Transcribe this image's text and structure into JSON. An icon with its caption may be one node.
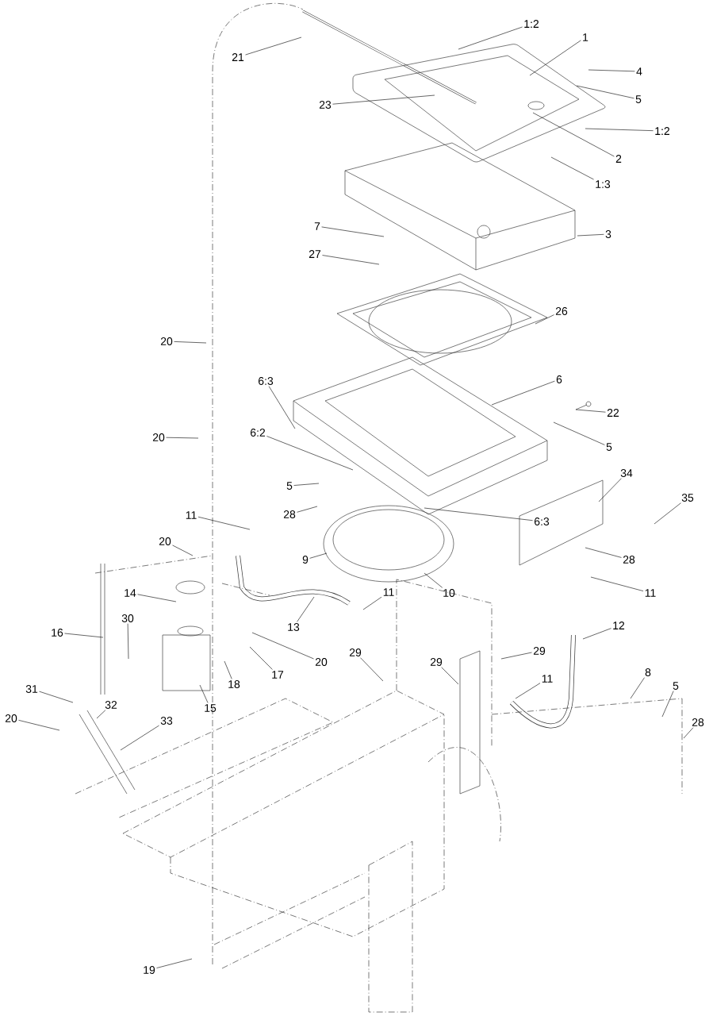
{
  "diagram": {
    "nodes": [
      {
        "text": [
          "1:2"
        ]
      },
      {
        "text": [
          "1"
        ]
      },
      {
        "text": [
          "21"
        ]
      },
      {
        "text": [
          "4"
        ]
      },
      {
        "text": [
          "5"
        ]
      },
      {
        "text": [
          "23"
        ]
      },
      {
        "text": [
          "1:2"
        ]
      },
      {
        "text": [
          "2"
        ]
      },
      {
        "text": [
          "1:3"
        ]
      },
      {
        "text": [
          "3"
        ]
      },
      {
        "text": [
          "7"
        ]
      },
      {
        "text": [
          "27"
        ]
      },
      {
        "text": [
          "26"
        ]
      },
      {
        "text": [
          "20"
        ]
      },
      {
        "text": [
          "6:3"
        ]
      },
      {
        "text": [
          "6"
        ]
      },
      {
        "text": [
          "22"
        ]
      },
      {
        "text": [
          "20"
        ]
      },
      {
        "text": [
          "6:2"
        ]
      },
      {
        "text": [
          "5"
        ]
      },
      {
        "text": [
          "34"
        ]
      },
      {
        "text": [
          "5"
        ]
      },
      {
        "text": [
          "35"
        ]
      },
      {
        "text": [
          "11"
        ]
      },
      {
        "text": [
          "28"
        ]
      },
      {
        "text": [
          "6:3"
        ]
      },
      {
        "text": [
          "20"
        ]
      },
      {
        "text": [
          "9"
        ]
      },
      {
        "text": [
          "28"
        ]
      },
      {
        "text": [
          "10"
        ]
      },
      {
        "text": [
          "11"
        ]
      },
      {
        "text": [
          "11"
        ]
      },
      {
        "text": [
          "14"
        ]
      },
      {
        "text": [
          "30"
        ]
      },
      {
        "text": [
          "13"
        ]
      },
      {
        "text": [
          "12"
        ]
      },
      {
        "text": [
          "16"
        ]
      },
      {
        "text": [
          "20"
        ]
      },
      {
        "text": [
          "29"
        ]
      },
      {
        "text": [
          "29"
        ]
      },
      {
        "text": [
          "17"
        ]
      },
      {
        "text": [
          "29"
        ]
      },
      {
        "text": [
          "8"
        ]
      },
      {
        "text": [
          "11"
        ]
      },
      {
        "text": [
          "18"
        ]
      },
      {
        "text": [
          "5"
        ]
      },
      {
        "text": [
          "31"
        ]
      },
      {
        "text": [
          "32"
        ]
      },
      {
        "text": [
          "15"
        ]
      },
      {
        "text": [
          "20"
        ]
      },
      {
        "text": [
          "28"
        ]
      },
      {
        "text": [
          "33"
        ]
      },
      {
        "text": [
          "19"
        ]
      }
    ],
    "edges": [
      {
        "from": 0,
        "to": null,
        "arrow": "none"
      },
      {
        "from": 1,
        "to": null,
        "arrow": "none"
      },
      {
        "from": 2,
        "to": null,
        "arrow": "none"
      },
      {
        "from": 3,
        "to": null,
        "arrow": "none"
      },
      {
        "from": 4,
        "to": null,
        "arrow": "none"
      },
      {
        "from": 5,
        "to": null,
        "arrow": "none"
      },
      {
        "from": 6,
        "to": null,
        "arrow": "none"
      },
      {
        "from": 7,
        "to": null,
        "arrow": "none"
      },
      {
        "from": 8,
        "to": null,
        "arrow": "none"
      },
      {
        "from": 9,
        "to": null,
        "arrow": "none"
      },
      {
        "from": 10,
        "to": null,
        "arrow": "none"
      },
      {
        "from": 11,
        "to": null,
        "arrow": "none"
      },
      {
        "from": 12,
        "to": null,
        "arrow": "none"
      },
      {
        "from": 13,
        "to": null,
        "arrow": "none"
      },
      {
        "from": 14,
        "to": null,
        "arrow": "none"
      },
      {
        "from": 15,
        "to": null,
        "arrow": "none"
      },
      {
        "from": 16,
        "to": null,
        "arrow": "none"
      },
      {
        "from": 17,
        "to": null,
        "arrow": "none"
      },
      {
        "from": 18,
        "to": null,
        "arrow": "none"
      },
      {
        "from": 19,
        "to": null,
        "arrow": "none"
      },
      {
        "from": 20,
        "to": null,
        "arrow": "none"
      },
      {
        "from": 21,
        "to": null,
        "arrow": "none"
      },
      {
        "from": 22,
        "to": null,
        "arrow": "none"
      },
      {
        "from": 23,
        "to": null,
        "arrow": "none"
      },
      {
        "from": 24,
        "to": null,
        "arrow": "none"
      },
      {
        "from": 25,
        "to": null,
        "arrow": "none"
      },
      {
        "from": 26,
        "to": null,
        "arrow": "none"
      },
      {
        "from": 27,
        "to": null,
        "arrow": "none"
      },
      {
        "from": 28,
        "to": null,
        "arrow": "none"
      },
      {
        "from": 29,
        "to": null,
        "arrow": "none"
      },
      {
        "from": 30,
        "to": null,
        "arrow": "none"
      },
      {
        "from": 31,
        "to": null,
        "arrow": "none"
      },
      {
        "from": 32,
        "to": null,
        "arrow": "none"
      },
      {
        "from": 33,
        "to": null,
        "arrow": "none"
      },
      {
        "from": 34,
        "to": null,
        "arrow": "none"
      },
      {
        "from": 35,
        "to": null,
        "arrow": "none"
      },
      {
        "from": 36,
        "to": null,
        "arrow": "none"
      },
      {
        "from": 37,
        "to": null,
        "arrow": "none"
      },
      {
        "from": 38,
        "to": null,
        "arrow": "none"
      },
      {
        "from": 39,
        "to": null,
        "arrow": "none"
      },
      {
        "from": 40,
        "to": null,
        "arrow": "none"
      },
      {
        "from": 41,
        "to": null,
        "arrow": "none"
      },
      {
        "from": 42,
        "to": null,
        "arrow": "none"
      },
      {
        "from": 43,
        "to": null,
        "arrow": "none"
      },
      {
        "from": 44,
        "to": null,
        "arrow": "none"
      },
      {
        "from": 45,
        "to": null,
        "arrow": "none"
      },
      {
        "from": 46,
        "to": null,
        "arrow": "none"
      },
      {
        "from": 47,
        "to": null,
        "arrow": "none"
      },
      {
        "from": 48,
        "to": null,
        "arrow": "none"
      },
      {
        "from": 49,
        "to": null,
        "arrow": "none"
      },
      {
        "from": 50,
        "to": null,
        "arrow": "none"
      },
      {
        "from": 51,
        "to": null,
        "arrow": "none"
      },
      {
        "from": 52,
        "to": null,
        "arrow": "none"
      }
    ]
  }
}
